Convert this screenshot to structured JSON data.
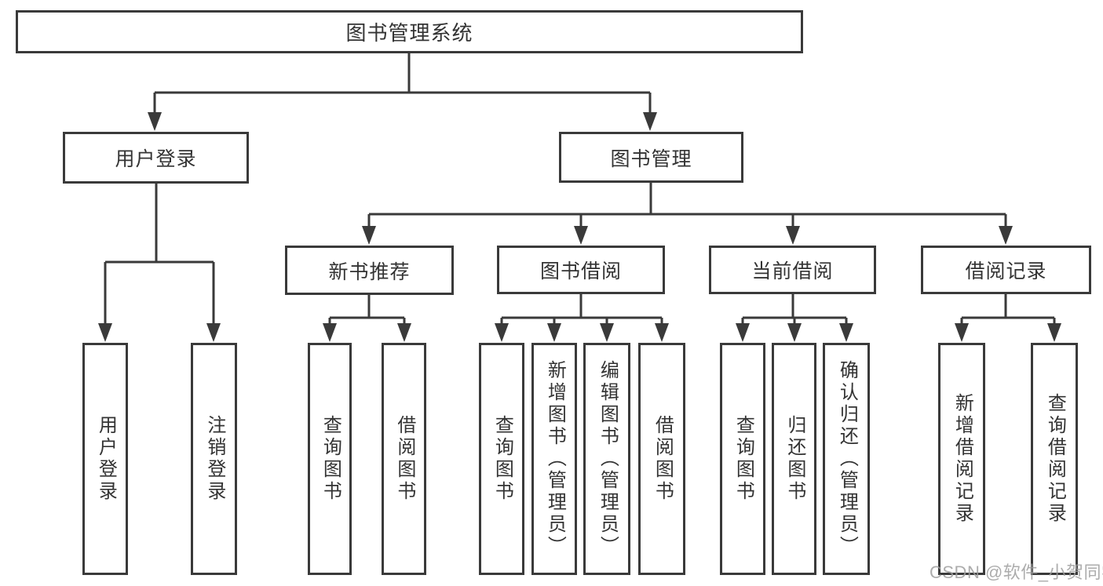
{
  "nodes": {
    "root": "图书管理系统",
    "user_login": "用户登录",
    "book_mgmt": "图书管理",
    "new_books": "新书推荐",
    "book_borrow": "图书借阅",
    "current_borrow": "当前借阅",
    "borrow_records": "借阅记录",
    "leaves": {
      "user_login_1": "用户登录",
      "user_login_2": "注销登录",
      "new_books_1": "查询图书",
      "new_books_2": "借阅图书",
      "book_borrow_1": "查询图书",
      "book_borrow_2": "新增图书（管理员）",
      "book_borrow_3": "编辑图书（管理员）",
      "book_borrow_4": "借阅图书",
      "current_1": "查询图书",
      "current_2": "归还图书",
      "current_3": "确认归还（管理员）",
      "records_1": "新增借阅记录",
      "records_2": "查询借阅记录"
    }
  },
  "watermark": "CSDN @软件_小贺同学",
  "colors": {
    "line": "#3a3a3a",
    "text": "#333333",
    "background": "#ffffff",
    "watermark": "#9e9e9e"
  }
}
